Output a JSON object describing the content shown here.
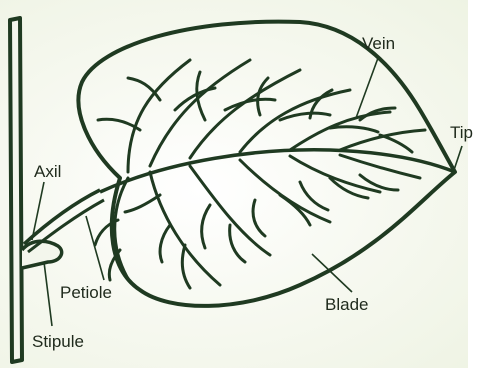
{
  "diagram": {
    "labels": {
      "vein": "Vein",
      "tip": "Tip",
      "axil": "Axil",
      "petiole": "Petiole",
      "blade": "Blade",
      "stipule": "Stipule"
    },
    "colors": {
      "ink": "#1f3a21",
      "background": "#eef3e3",
      "text": "#1f2a1c"
    }
  }
}
